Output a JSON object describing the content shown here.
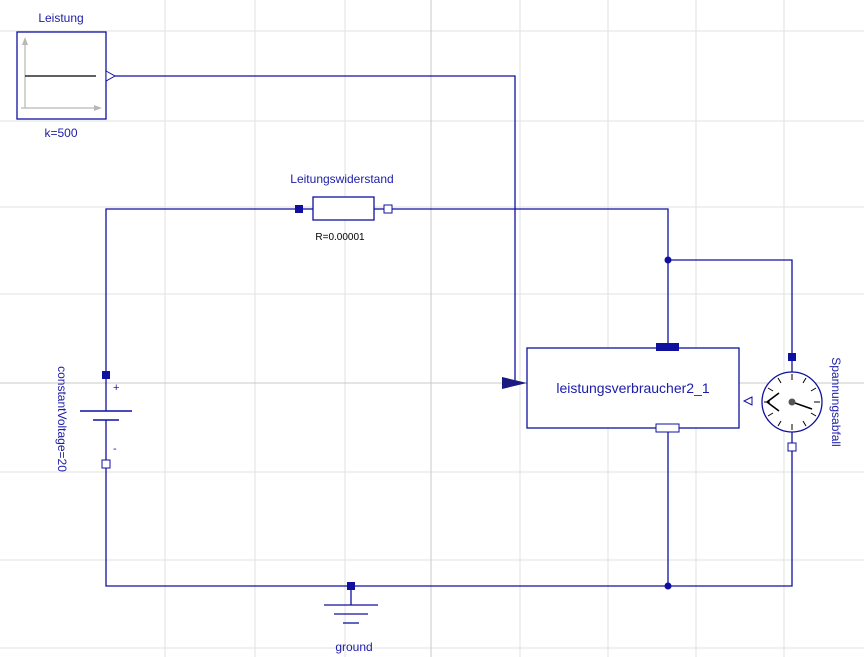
{
  "diagram": {
    "grid": true,
    "colors": {
      "wire": "#1010a0",
      "text": "#1c1ca8",
      "grid": "#e2e2e2",
      "axis": "#c8c8c8",
      "arrow": "#1a1a80"
    },
    "blocks": {
      "leistung": {
        "title": "Leistung",
        "param": "k=500",
        "icon": "constant-source-icon"
      },
      "resistor": {
        "title": "Leitungswiderstand",
        "param": "R=0.00001",
        "icon": "resistor-icon"
      },
      "source": {
        "label": "constantVoltage=20",
        "plus": "+",
        "minus": "-",
        "icon": "battery-icon"
      },
      "consumer": {
        "label": "leistungsverbraucher2_1"
      },
      "voltmeter": {
        "label": "Spannungsabfall",
        "icon": "gauge-icon"
      },
      "ground": {
        "label": "ground",
        "icon": "ground-icon"
      }
    }
  }
}
